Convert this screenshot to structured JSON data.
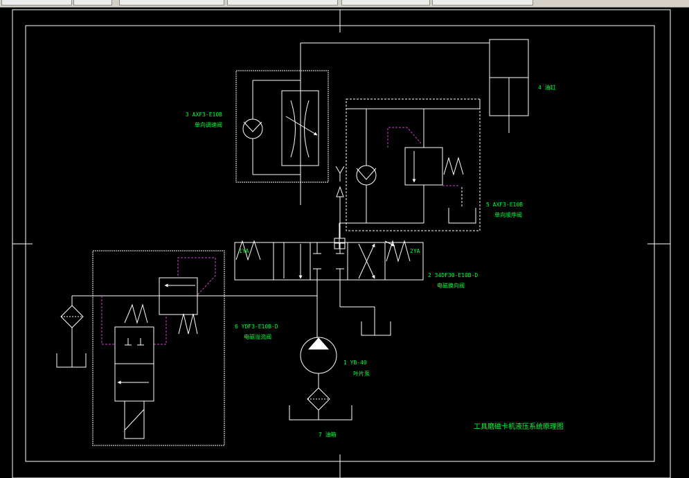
{
  "colors": {
    "background": "#000000",
    "line": "#ffffff",
    "label": "#00ff3c",
    "pilot_line": "#cc44cc"
  },
  "labels": {
    "part3_code": "3  AXF3-E10B",
    "part3_name": "单向调速阀",
    "part4": "4  油缸",
    "part5_code": "5  AXF3-E10B",
    "part5_name": "单向顺序阀",
    "sol_1ya": "1YA",
    "sol_2ya": "2YA",
    "part2_code": "2  34DF30-E10B-D",
    "part2_name": "电磁换向阀",
    "part6_code": "6  YDF3-E10B-D",
    "part6_name": "电磁溢流阀",
    "part1_code": "1  YB-40",
    "part1_name": "叶片泵",
    "part7": "7  油箱",
    "title": "工具磨磁卡机液压系统原理图"
  }
}
